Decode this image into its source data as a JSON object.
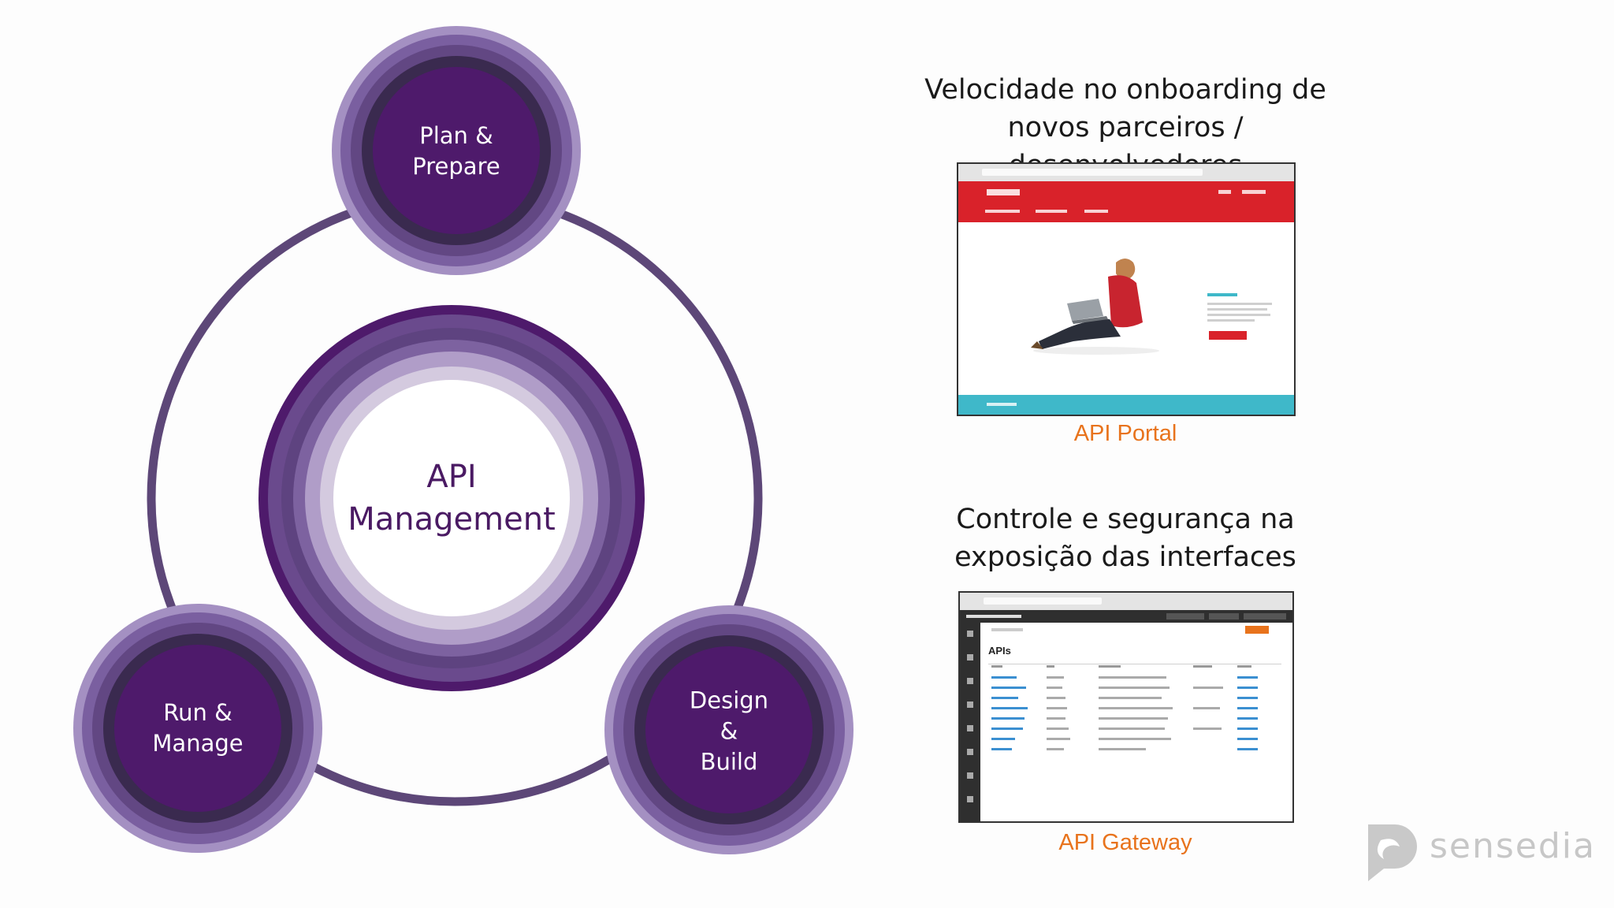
{
  "diagram": {
    "center": {
      "label": "API\nManagement"
    },
    "nodes": [
      {
        "id": "plan",
        "label": "Plan &\nPrepare"
      },
      {
        "id": "run",
        "label": "Run &\nManage"
      },
      {
        "id": "design",
        "label": "Design\n&\nBuild"
      }
    ],
    "colors": {
      "dark_purple": "#4e1a6b",
      "mid_purple": "#6f5292",
      "ring_purple": "#5b4577",
      "light_purple": "#b5a3cb",
      "lavender": "#d2c8e0"
    }
  },
  "portal": {
    "heading": "Velocidade no onboarding de\nnovos parceiros / desenvolvedores",
    "caption": "API Portal"
  },
  "gateway": {
    "heading": "Controle e segurança na\nexposição das interfaces",
    "caption": "API Gateway",
    "screenshot_title": "APIs"
  },
  "brand": {
    "name": "sensedia",
    "icon": "sensedia-logo-icon"
  }
}
